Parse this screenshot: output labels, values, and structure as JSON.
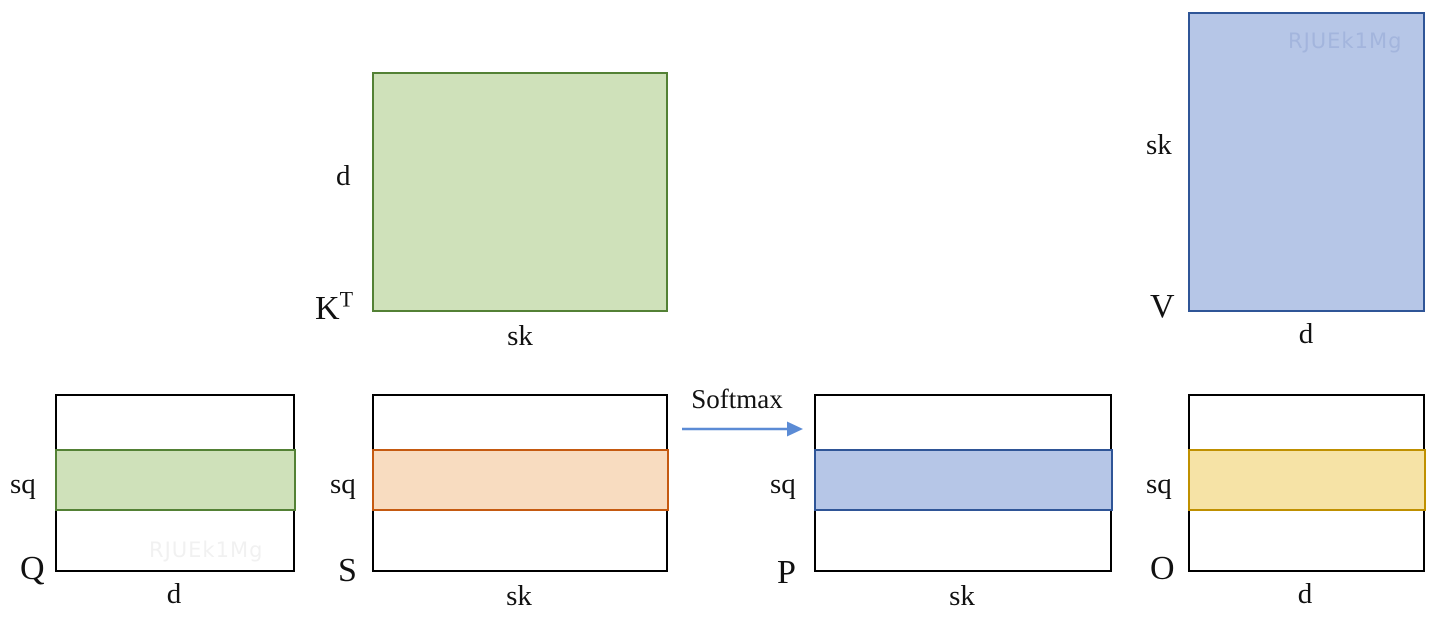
{
  "softmax": {
    "label": "Softmax"
  },
  "watermark_text": "RJUEk1Mg",
  "matrices": {
    "kt": {
      "name_base": "K",
      "name_sup": "T",
      "side_label": "d",
      "bottom_label": "sk"
    },
    "v": {
      "name_base": "V",
      "name_sup": "",
      "side_label": "sk",
      "bottom_label": "d"
    },
    "q": {
      "name_base": "Q",
      "name_sup": "",
      "side_label": "sq",
      "bottom_label": "d"
    },
    "s": {
      "name_base": "S",
      "name_sup": "",
      "side_label": "sq",
      "bottom_label": "sk"
    },
    "p": {
      "name_base": "P",
      "name_sup": "",
      "side_label": "sq",
      "bottom_label": "sk"
    },
    "o": {
      "name_base": "O",
      "name_sup": "",
      "side_label": "sq",
      "bottom_label": "d"
    }
  },
  "colors": {
    "green_border": "#538135",
    "green_fill": "#cfe1ba",
    "blue_border": "#2f5597",
    "blue_fill": "#b6c6e7",
    "orange_border": "#c55a11",
    "orange_fill": "#f8dcc0",
    "yellow_border": "#bf9000",
    "yellow_fill": "#f6e3a6",
    "black_border": "#000000",
    "arrow_blue": "#5b8bd5"
  }
}
